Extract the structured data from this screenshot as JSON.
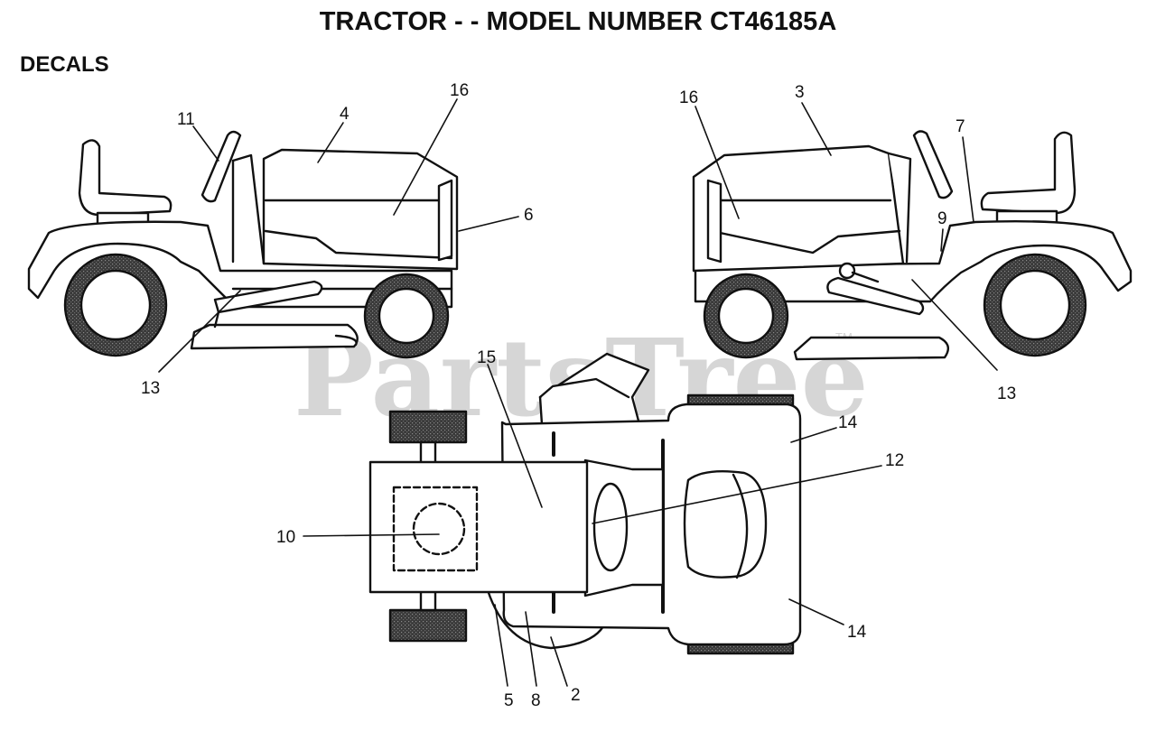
{
  "title": "TRACTOR - - MODEL NUMBER CT46185A",
  "section": "DECALS",
  "watermark": {
    "text": "PartsTree",
    "tm": "TM",
    "color": "#d6d6d6"
  },
  "callouts": {
    "c2": "2",
    "c3": "3",
    "c4": "4",
    "c5": "5",
    "c6": "6",
    "c7": "7",
    "c8": "8",
    "c9": "9",
    "c10": "10",
    "c11": "11",
    "c12": "12",
    "c13a": "13",
    "c13b": "13",
    "c14a": "14",
    "c14b": "14",
    "c15": "15",
    "c16a": "16",
    "c16b": "16"
  }
}
